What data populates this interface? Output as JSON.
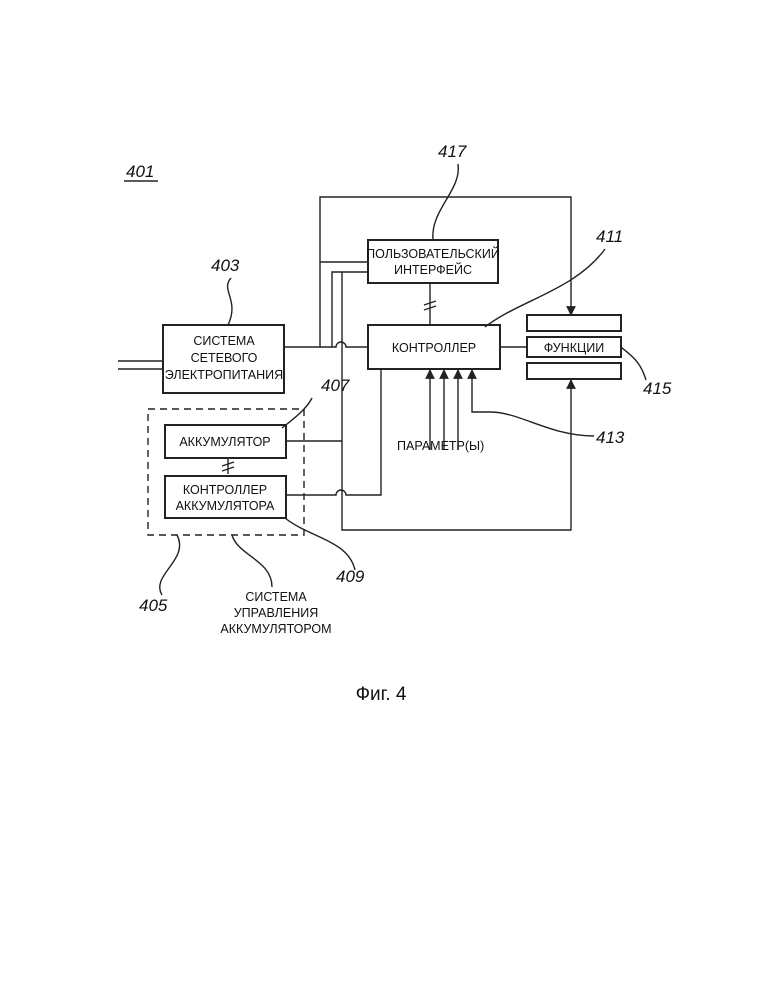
{
  "figure_ref": "401",
  "blocks": {
    "grid_power": {
      "ref": "403",
      "lines": [
        "СИСТЕМА",
        "СЕТЕВОГО",
        "ЭЛЕКТРОПИТАНИЯ"
      ]
    },
    "accumulator": {
      "ref": "407",
      "lines": [
        "АККУМУЛЯТОР"
      ]
    },
    "accumulator_controller": {
      "ref": "409",
      "lines": [
        "КОНТРОЛЛЕР",
        "АККУМУЛЯТОРА"
      ]
    },
    "battery_management": {
      "ref": "405",
      "lines": [
        "СИСТЕМА",
        "УПРАВЛЕНИЯ",
        "АККУМУЛЯТОРОМ"
      ]
    },
    "user_interface": {
      "ref": "417",
      "lines": [
        "ПОЛЬЗОВАТЕЛЬСКИЙ",
        "ИНТЕРФЕЙС"
      ]
    },
    "controller": {
      "ref": "411",
      "lines": [
        "КОНТРОЛЛЕР"
      ]
    },
    "functions": {
      "ref": "415",
      "lines": [
        "ФУНКЦИИ"
      ]
    },
    "parameters": {
      "ref": "413",
      "lines": [
        "ПАРАМЕТР(Ы)"
      ]
    }
  },
  "caption": "Фиг. 4"
}
